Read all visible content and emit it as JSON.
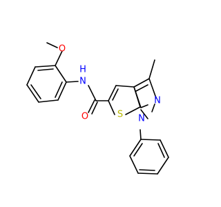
{
  "molecule": {
    "atoms": {
      "o_methoxy": "O",
      "n_amide": "N",
      "h_amide": "H",
      "o_carbonyl": "O",
      "s_thiophene": "S",
      "n_pyrazole_top": "N",
      "n_pyrazole_bottom": "N"
    },
    "colors": {
      "oxygen": "#ff0000",
      "nitrogen": "#0000ff",
      "sulfur": "#b8b800",
      "carbon": "#000000"
    }
  }
}
